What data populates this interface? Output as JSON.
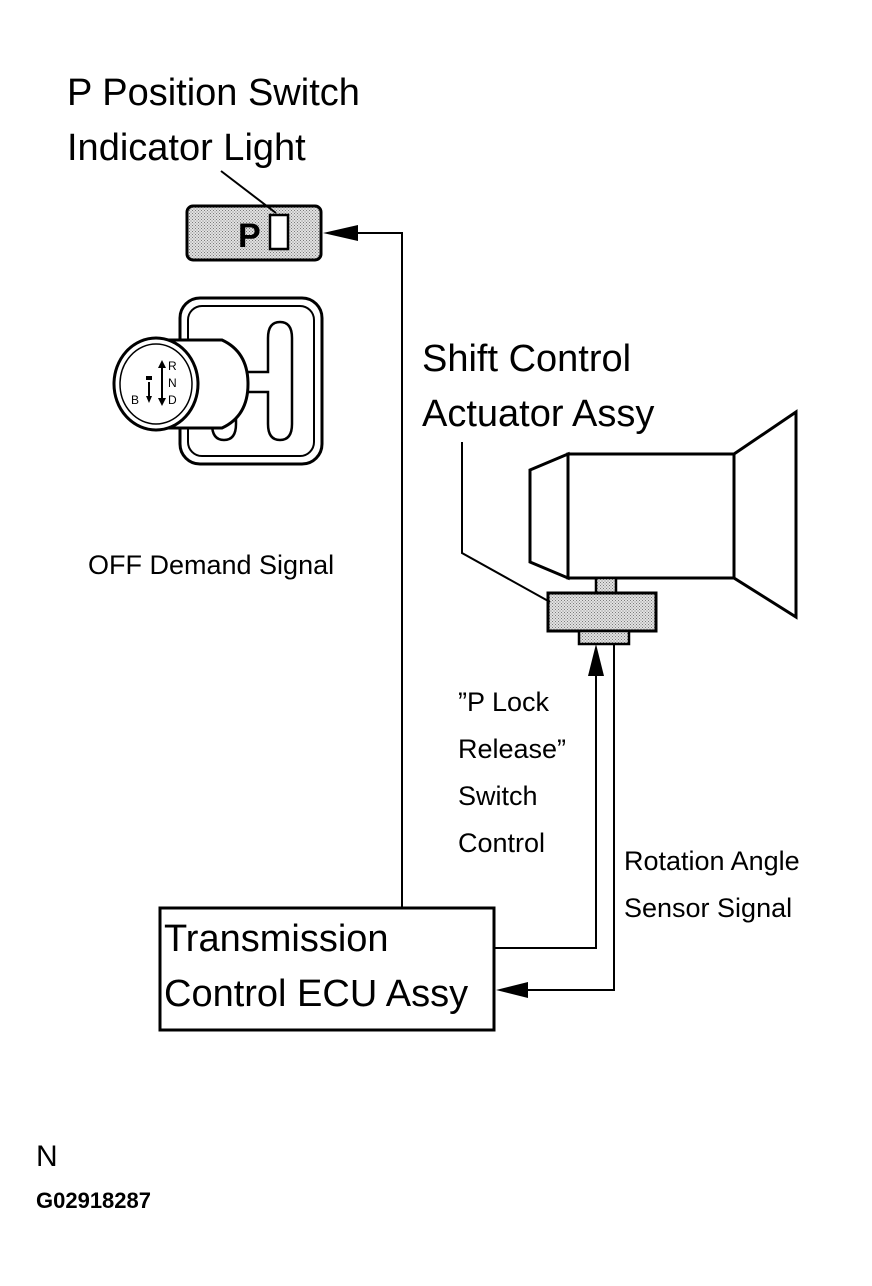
{
  "labels": {
    "indicator_line1": "P Position Switch",
    "indicator_line2": "Indicator Light",
    "indicator_letter": "P",
    "actuator_line1": "Shift Control",
    "actuator_line2": "Actuator Assy",
    "off_demand": "OFF Demand Signal",
    "plock_line1": "”P Lock",
    "plock_line2": "Release”",
    "plock_line3": "Switch",
    "plock_line4": "Control",
    "rotation_line1": "Rotation Angle",
    "rotation_line2": "Sensor Signal",
    "ecu_line1": "Transmission",
    "ecu_line2": "Control ECU Assy",
    "north": "N",
    "figure_id": "G02918287"
  },
  "shifter_letters": {
    "r": "R",
    "n": "N",
    "d": "D",
    "b": "B"
  }
}
